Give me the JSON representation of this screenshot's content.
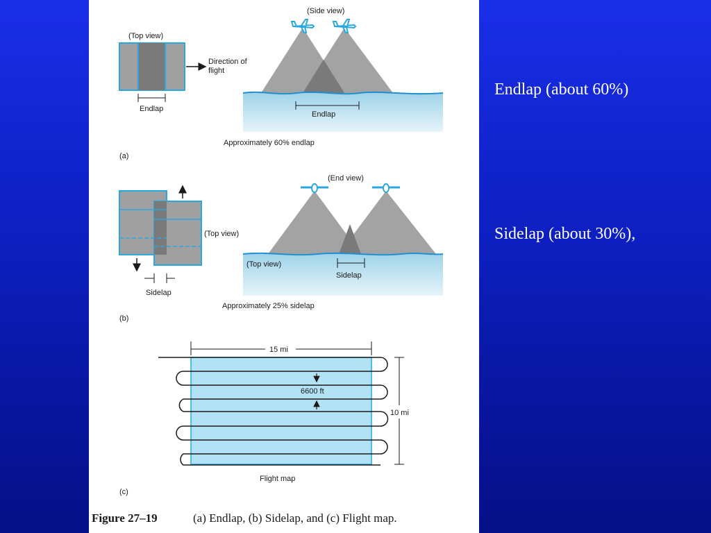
{
  "slide": {
    "bullets": [
      "Endlap (about 60%)",
      "Sidelap (about 30%),"
    ]
  },
  "figure": {
    "caption_number": "Figure 27–19",
    "caption_text": "(a) Endlap, (b) Sidelap, and (c) Flight map.",
    "panel_a": {
      "top_view_label": "(Top view)",
      "direction_label_line1": "Direction of",
      "direction_label_line2": "flight",
      "endlap_label": "Endlap",
      "side_view_label": "(Side view)",
      "ground_endlap_label": "Endlap",
      "note": "Approximately 60% endlap",
      "panel_letter": "(a)"
    },
    "panel_b": {
      "top_view_label": "(Top view)",
      "sidelap_label": "Sidelap",
      "end_view_label": "(End view)",
      "ground_top_view_label": "(Top view)",
      "ground_sidelap_label": "Sidelap",
      "note": "Approximately 25% sidelap",
      "panel_letter": "(b)"
    },
    "panel_c": {
      "width_label": "15 mi",
      "spacing_label": "6600 ft",
      "height_label": "10 mi",
      "map_label": "Flight map",
      "panel_letter": "(c)"
    }
  },
  "colors": {
    "background_blue": "#0d1fbf",
    "photo_gray": "#a0a0a0",
    "overlap_gray": "#7a7a7a",
    "water_blue": "#bfe3f2",
    "flight_area": "#b3e2f7",
    "airplane": "#29a8e0"
  }
}
